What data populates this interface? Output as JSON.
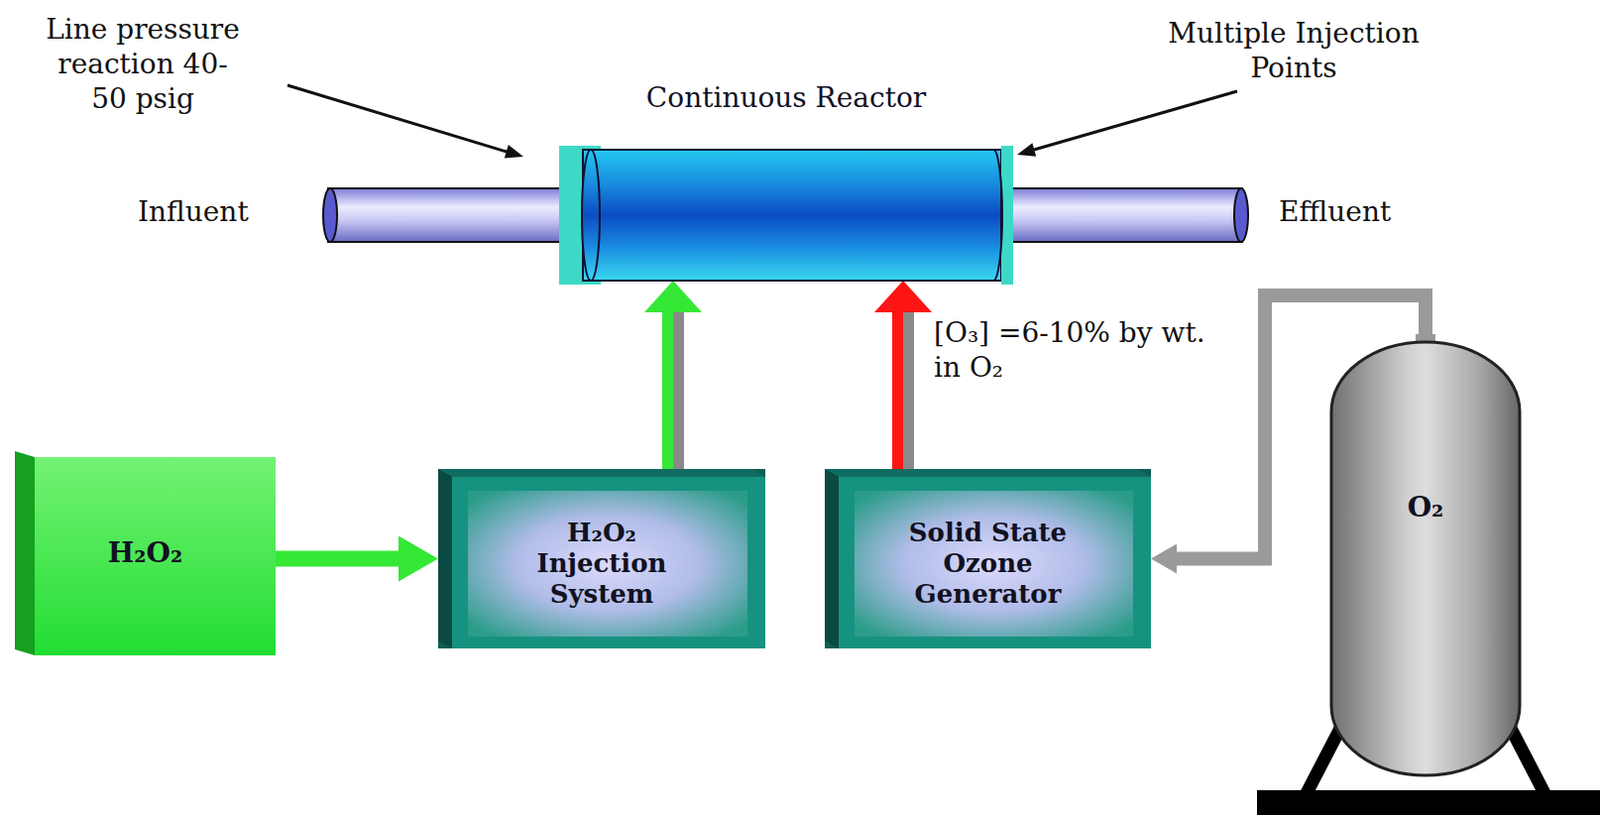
{
  "diagram": {
    "nodes": [
      {
        "text": [
          "Continuous Reactor"
        ]
      },
      {
        "text": [
          "H₂O₂"
        ]
      },
      {
        "text": [
          "H₂O₂ Injection System"
        ]
      },
      {
        "text": [
          "Solid State Ozone Generator"
        ]
      },
      {
        "text": [
          "O₂"
        ]
      }
    ],
    "edges": [
      {
        "from": 1,
        "to": 2,
        "arrow": "to"
      },
      {
        "from": 2,
        "to": 0,
        "arrow": "to"
      },
      {
        "from": 3,
        "to": 0,
        "label": "[O₃] =6-10% by wt. in O₂",
        "arrow": "to"
      },
      {
        "from": 4,
        "to": 3,
        "arrow": "to"
      }
    ],
    "labels": [
      "Line pressure reaction 40-50 psig",
      "Multiple Injection Points",
      "Influent",
      "Effluent"
    ]
  }
}
